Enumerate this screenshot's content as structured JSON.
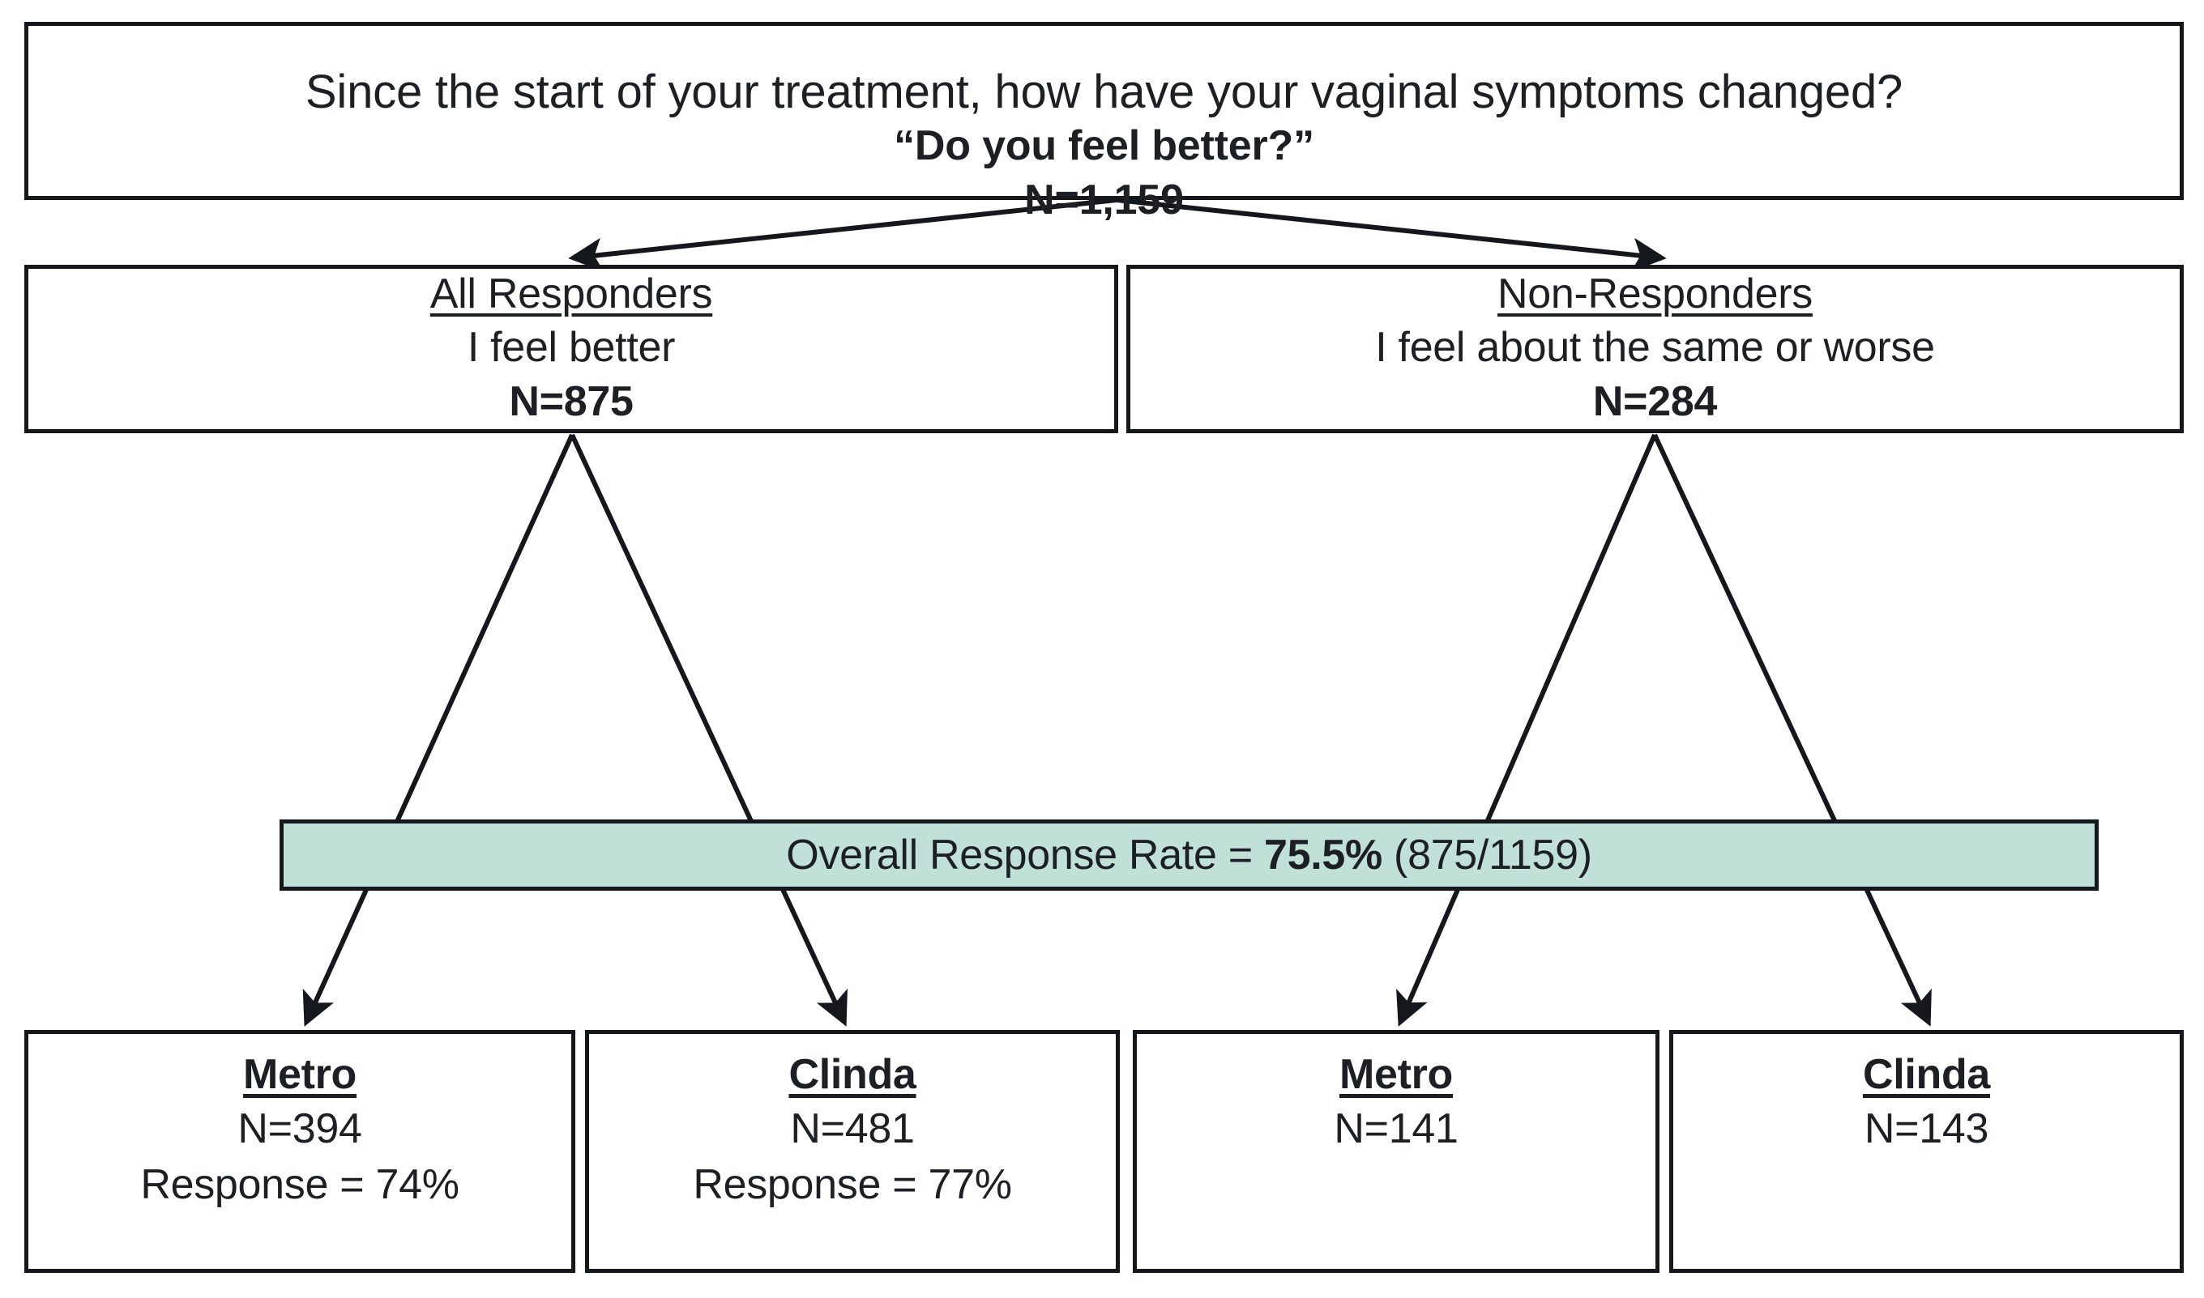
{
  "diagram": {
    "type": "flowchart",
    "title": "Treatment response flow diagram",
    "accent_color": "#c1e0d7",
    "line_color": "#14181c",
    "background": "#ffffff"
  },
  "question_node": {
    "line1": "Since the start of your treatment, how have your vaginal symptoms changed?",
    "line2": "“Do you feel better?”",
    "line3": "N=1,159"
  },
  "branches": [
    {
      "title": "All Responders",
      "description": "I feel better",
      "n_label": "N=875"
    },
    {
      "title": "Non-Responders",
      "description": "I feel about the same or worse",
      "n_label": "N=284"
    }
  ],
  "overall_rate": {
    "prefix": "Overall Response Rate = ",
    "value": "75.5%",
    "suffix": " (875/1159)"
  },
  "leaves": [
    {
      "title": "Metro",
      "n_label": "N=394",
      "response_label": "Response = 74%"
    },
    {
      "title": "Clinda",
      "n_label": "N=481",
      "response_label": "Response = 77%"
    },
    {
      "title": "Metro",
      "n_label": "N=141",
      "response_label": ""
    },
    {
      "title": "Clinda",
      "n_label": "N=143",
      "response_label": ""
    }
  ],
  "chart_data": {
    "type": "table",
    "title": "Since the start of your treatment, how have your vaginal symptoms changed? “Do you feel better?”",
    "total_n": 1159,
    "overall_response_rate_percent": 75.5,
    "categories": [
      "All Responders",
      "Non-Responders"
    ],
    "values": [
      875,
      284
    ],
    "subgroups": [
      {
        "parent": "All Responders",
        "name": "Metro",
        "n": 394,
        "response_percent": 74
      },
      {
        "parent": "All Responders",
        "name": "Clinda",
        "n": 481,
        "response_percent": 77
      },
      {
        "parent": "Non-Responders",
        "name": "Metro",
        "n": 141,
        "response_percent": null
      },
      {
        "parent": "Non-Responders",
        "name": "Clinda",
        "n": 143,
        "response_percent": null
      }
    ]
  }
}
